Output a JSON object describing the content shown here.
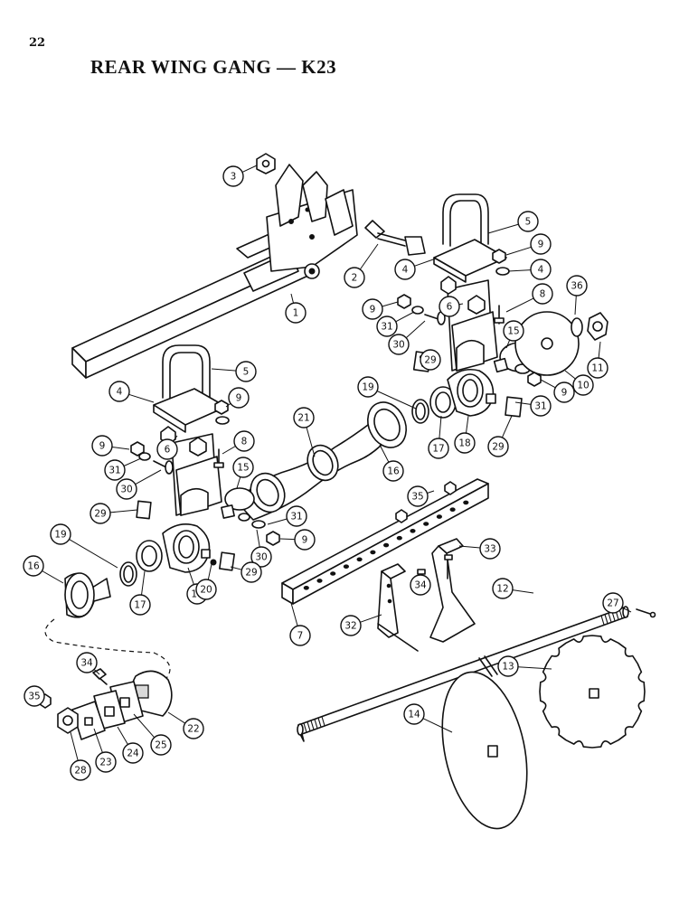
{
  "page_number": "22",
  "title": "REAR WING GANG — K23",
  "callouts": [
    {
      "label": "3"
    },
    {
      "label": "5"
    },
    {
      "label": "9"
    },
    {
      "label": "2"
    },
    {
      "label": "4"
    },
    {
      "label": "4"
    },
    {
      "label": "1"
    },
    {
      "label": "6"
    },
    {
      "label": "8"
    },
    {
      "label": "36"
    },
    {
      "label": "9"
    },
    {
      "label": "31"
    },
    {
      "label": "15"
    },
    {
      "label": "30"
    },
    {
      "label": "11"
    },
    {
      "label": "29"
    },
    {
      "label": "10"
    },
    {
      "label": "9"
    },
    {
      "label": "5"
    },
    {
      "label": "4"
    },
    {
      "label": "9"
    },
    {
      "label": "19"
    },
    {
      "label": "31"
    },
    {
      "label": "21"
    },
    {
      "label": "9"
    },
    {
      "label": "6"
    },
    {
      "label": "8"
    },
    {
      "label": "31"
    },
    {
      "label": "17"
    },
    {
      "label": "18"
    },
    {
      "label": "29"
    },
    {
      "label": "30"
    },
    {
      "label": "16"
    },
    {
      "label": "15"
    },
    {
      "label": "35"
    },
    {
      "label": "29"
    },
    {
      "label": "31"
    },
    {
      "label": "9"
    },
    {
      "label": "19"
    },
    {
      "label": "30"
    },
    {
      "label": "33"
    },
    {
      "label": "16"
    },
    {
      "label": "17"
    },
    {
      "label": "18"
    },
    {
      "label": "20"
    },
    {
      "label": "29"
    },
    {
      "label": "34"
    },
    {
      "label": "12"
    },
    {
      "label": "27"
    },
    {
      "label": "32"
    },
    {
      "label": "7"
    },
    {
      "label": "34"
    },
    {
      "label": "13"
    },
    {
      "label": "35"
    },
    {
      "label": "22"
    },
    {
      "label": "25"
    },
    {
      "label": "24"
    },
    {
      "label": "23"
    },
    {
      "label": "28"
    },
    {
      "label": "14"
    }
  ]
}
